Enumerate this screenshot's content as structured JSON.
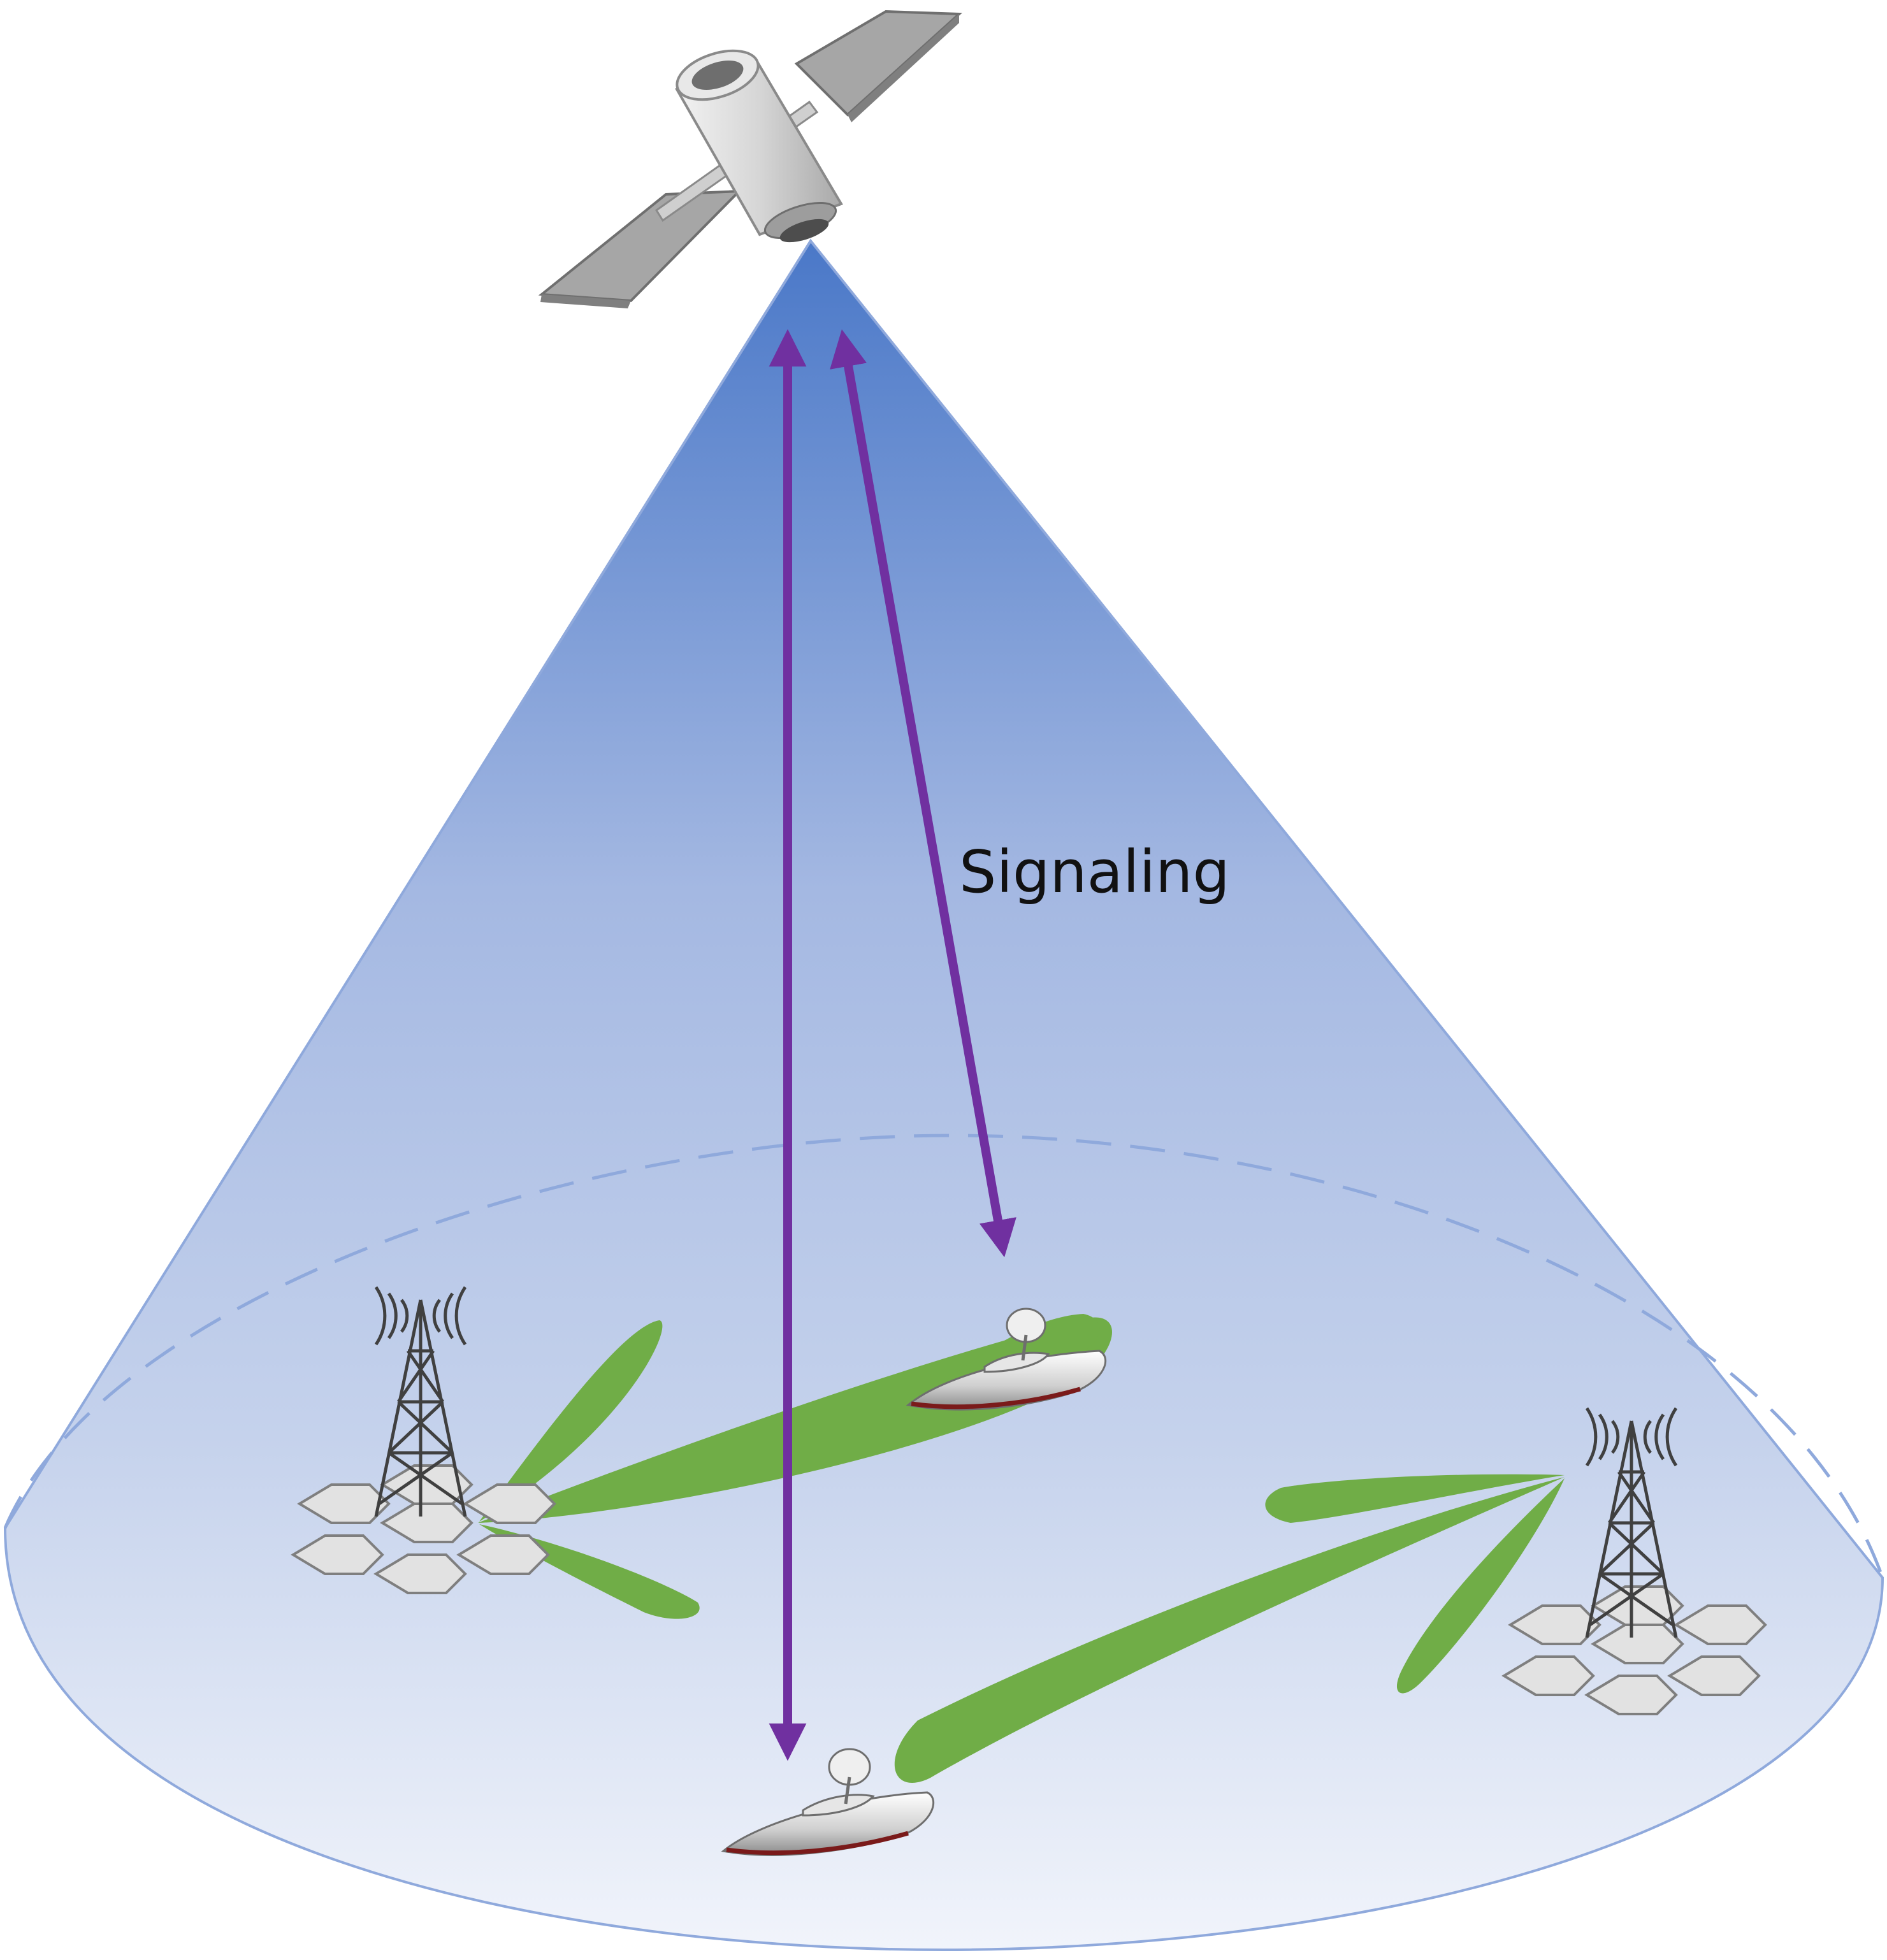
{
  "diagram": {
    "labels": {
      "signaling": "Signaling"
    },
    "colors": {
      "cone_top": "#4a78c8",
      "cone_bottom": "#eef1fa",
      "cone_edge": "#8fa9dc",
      "arrow": "#7030a0",
      "beam": "#70ad47",
      "panel": "#a6a6a6",
      "satellite_body": "#d9d9d9"
    },
    "nodes": [
      {
        "id": "satellite",
        "icon": "satellite-icon"
      },
      {
        "id": "tower-left",
        "icon": "cell-tower-icon"
      },
      {
        "id": "tower-right",
        "icon": "cell-tower-icon"
      },
      {
        "id": "ship-upper",
        "icon": "ship-icon"
      },
      {
        "id": "ship-lower",
        "icon": "ship-icon"
      }
    ]
  }
}
